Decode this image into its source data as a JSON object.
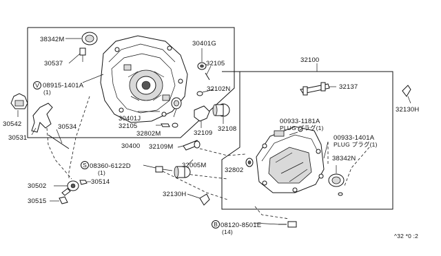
{
  "labels": {
    "p38342m_top": "38342M",
    "p30401g": "30401G",
    "p30537": "30537",
    "p32105_top": "32105",
    "p08915": "08915-1401A",
    "p08915_qty": "(1)",
    "p32102n": "32102N",
    "p30542": "30542",
    "p30534": "30534",
    "p30531": "30531",
    "p30401j": "30401J",
    "p32105_mid": "32105",
    "p32802m": "32802M",
    "p32109": "32109",
    "p32108": "32108",
    "p30400": "30400",
    "p32100": "32100",
    "p32137": "32137",
    "p32130h_right": "32130H",
    "p00933_1181a": "00933-1181A",
    "p00933_1181a_plug": "PLUG プラグ(1)",
    "p00933_1401a": "00933-1401A",
    "p00933_1401a_plug": "PLUG プラグ(1)",
    "p32109m": "32109M",
    "p08360": "08360-6122D",
    "p08360_qty": "(1)",
    "p32005m": "32005M",
    "p32802": "32802",
    "p38342n": "38342N",
    "p30502": "30502",
    "p30514": "30514",
    "p30515": "30515",
    "p32130h_bottom": "32130H",
    "p08120": "08120-8501E",
    "p08120_qty": "(14)",
    "diagram_code": "^32 *0 :2"
  },
  "callout_letters": {
    "v": "V",
    "s": "S",
    "b": "B"
  }
}
